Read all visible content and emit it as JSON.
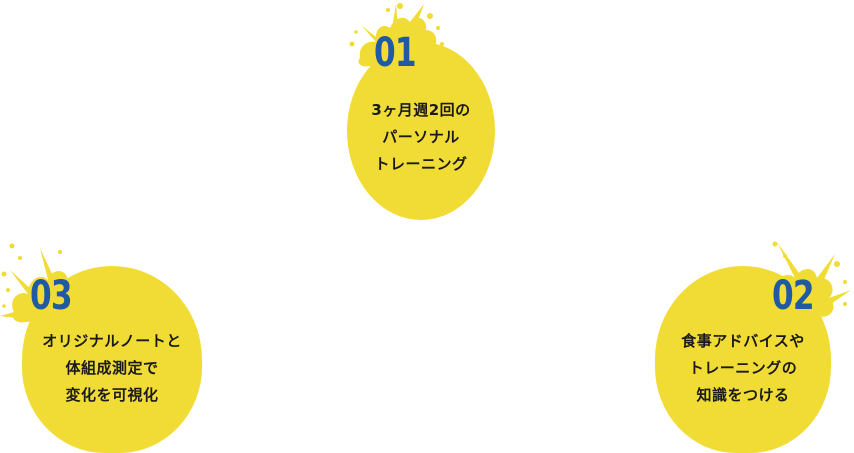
{
  "colors": {
    "circle": "#f1dc35",
    "number": "#1f5aa3",
    "text": "#1a1a1a"
  },
  "items": [
    {
      "number": "01",
      "lines": [
        "3ヶ月週2回の",
        "パーソナル",
        "トレーニング"
      ]
    },
    {
      "number": "02",
      "lines": [
        "食事アドバイスや",
        "トレーニングの",
        "知識をつける"
      ]
    },
    {
      "number": "03",
      "lines": [
        "オリジナルノートと",
        "体組成測定で",
        "変化を可視化"
      ]
    }
  ]
}
